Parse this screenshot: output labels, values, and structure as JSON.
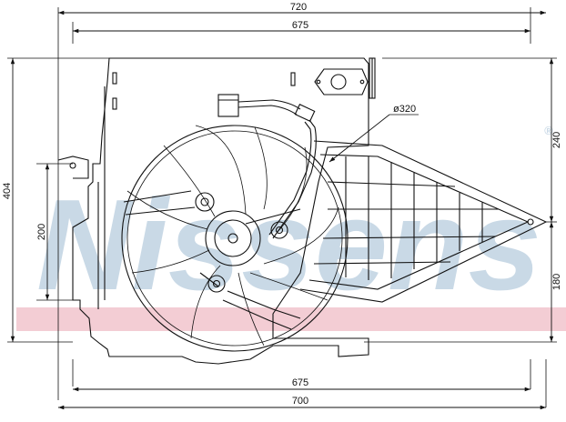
{
  "watermark": {
    "text": "Nissens",
    "trademark": "®",
    "text_color": "#c9d9e6",
    "band_color": "#f3cdd4"
  },
  "dimensions": {
    "overall_width_top": "720",
    "shroud_width_top": "675",
    "shroud_width_bottom": "675",
    "overall_width_bottom": "700",
    "overall_height": "404",
    "left_mount_height": "200",
    "right_upper_height": "240",
    "right_lower_height": "180",
    "fan_diameter": "ø320"
  }
}
